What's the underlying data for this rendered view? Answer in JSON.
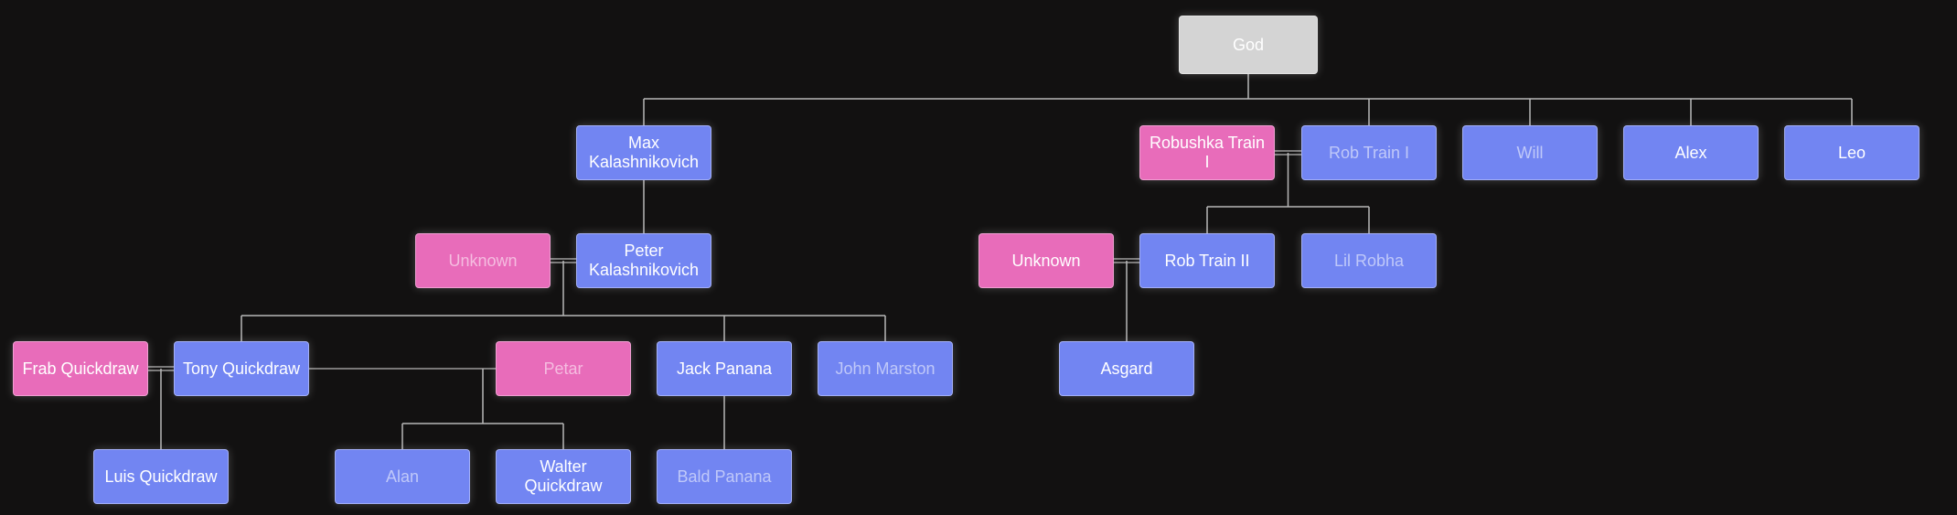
{
  "colors": {
    "background": "#121111",
    "male": "#7285f2",
    "female": "#e86cba",
    "root": "#d4d4d4",
    "link": "#b8b8b8"
  },
  "nodes": [
    {
      "id": "god",
      "label": "God",
      "gender": "root",
      "dim": false
    },
    {
      "id": "max",
      "label": "Max Kalashnikovich",
      "gender": "male",
      "dim": false
    },
    {
      "id": "robushka",
      "label": "Robushka Train I",
      "gender": "female",
      "dim": false
    },
    {
      "id": "rob1",
      "label": "Rob Train I",
      "gender": "male",
      "dim": true
    },
    {
      "id": "will",
      "label": "Will",
      "gender": "male",
      "dim": true
    },
    {
      "id": "alex",
      "label": "Alex",
      "gender": "male",
      "dim": false
    },
    {
      "id": "leo",
      "label": "Leo",
      "gender": "male",
      "dim": false
    },
    {
      "id": "unknown1",
      "label": "Unknown",
      "gender": "female",
      "dim": true
    },
    {
      "id": "peter",
      "label": "Peter Kalashnikovich",
      "gender": "male",
      "dim": false
    },
    {
      "id": "unknown2",
      "label": "Unknown",
      "gender": "female",
      "dim": false
    },
    {
      "id": "rob2",
      "label": "Rob Train II",
      "gender": "male",
      "dim": false
    },
    {
      "id": "lilrobha",
      "label": "Lil Robha",
      "gender": "male",
      "dim": true
    },
    {
      "id": "frab",
      "label": "Frab Quickdraw",
      "gender": "female",
      "dim": false
    },
    {
      "id": "tony",
      "label": "Tony Quickdraw",
      "gender": "male",
      "dim": false
    },
    {
      "id": "petar",
      "label": "Petar",
      "gender": "female",
      "dim": true
    },
    {
      "id": "jack",
      "label": "Jack Panana",
      "gender": "male",
      "dim": false
    },
    {
      "id": "john",
      "label": "John Marston",
      "gender": "male",
      "dim": true
    },
    {
      "id": "asgard",
      "label": "Asgard",
      "gender": "male",
      "dim": false
    },
    {
      "id": "luis",
      "label": "Luis Quickdraw",
      "gender": "male",
      "dim": false
    },
    {
      "id": "alan",
      "label": "Alan",
      "gender": "male",
      "dim": true
    },
    {
      "id": "walter",
      "label": "Walter Quickdraw",
      "gender": "male",
      "dim": false
    },
    {
      "id": "bald",
      "label": "Bald Panana",
      "gender": "male",
      "dim": true
    }
  ]
}
